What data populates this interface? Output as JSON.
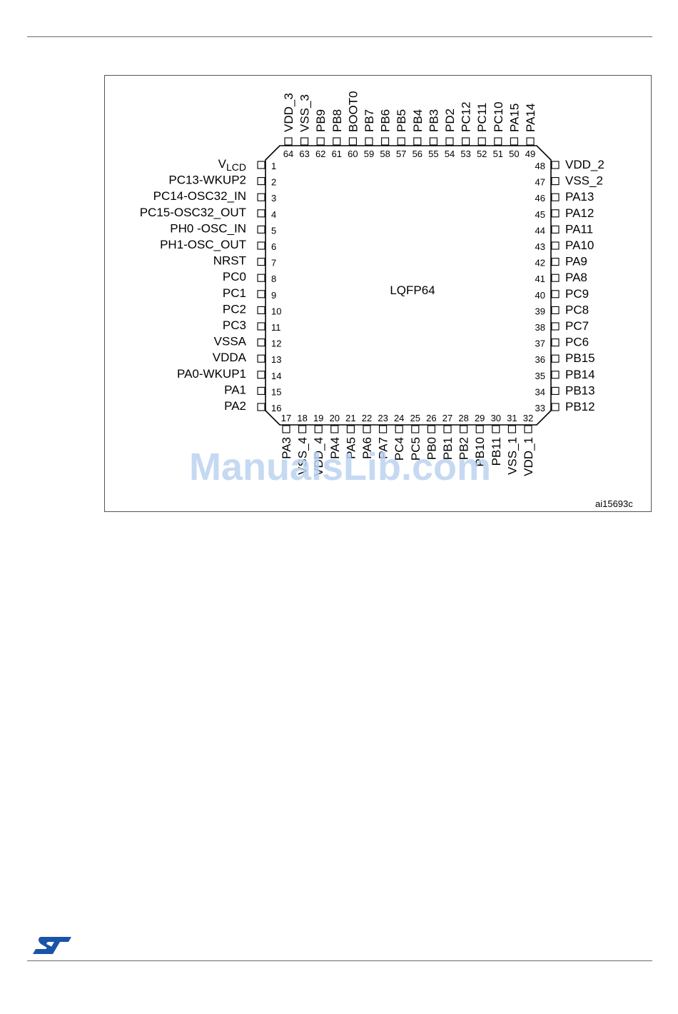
{
  "figure": {
    "package_label": "LQFP64",
    "figure_code": "ai15693c",
    "pins": {
      "left": [
        {
          "num": "1",
          "name": "V",
          "sub": "LCD"
        },
        {
          "num": "2",
          "name": "PC13-WKUP2"
        },
        {
          "num": "3",
          "name": "PC14-OSC32_IN"
        },
        {
          "num": "4",
          "name": "PC15-OSC32_OUT"
        },
        {
          "num": "5",
          "name": "PH0 -OSC_IN"
        },
        {
          "num": "6",
          "name": "PH1-OSC_OUT"
        },
        {
          "num": "7",
          "name": "NRST"
        },
        {
          "num": "8",
          "name": "PC0"
        },
        {
          "num": "9",
          "name": "PC1"
        },
        {
          "num": "10",
          "name": "PC2"
        },
        {
          "num": "11",
          "name": "PC3"
        },
        {
          "num": "12",
          "name": "VSSA"
        },
        {
          "num": "13",
          "name": "VDDA"
        },
        {
          "num": "14",
          "name": "PA0-WKUP1"
        },
        {
          "num": "15",
          "name": "PA1"
        },
        {
          "num": "16",
          "name": "PA2"
        }
      ],
      "bottom": [
        {
          "num": "17",
          "name": "PA3"
        },
        {
          "num": "18",
          "name": "VSS_4"
        },
        {
          "num": "19",
          "name": "VDD_4"
        },
        {
          "num": "20",
          "name": "PA4"
        },
        {
          "num": "21",
          "name": "PA5"
        },
        {
          "num": "22",
          "name": "PA6"
        },
        {
          "num": "23",
          "name": "PA7"
        },
        {
          "num": "24",
          "name": "PC4"
        },
        {
          "num": "25",
          "name": "PC5"
        },
        {
          "num": "26",
          "name": "PB0"
        },
        {
          "num": "27",
          "name": "PB1"
        },
        {
          "num": "28",
          "name": "PB2"
        },
        {
          "num": "29",
          "name": "PB10"
        },
        {
          "num": "30",
          "name": "PB11"
        },
        {
          "num": "31",
          "name": "VSS_1"
        },
        {
          "num": "32",
          "name": "VDD_1"
        }
      ],
      "right": [
        {
          "num": "33",
          "name": "PB12"
        },
        {
          "num": "34",
          "name": "PB13"
        },
        {
          "num": "35",
          "name": "PB14"
        },
        {
          "num": "36",
          "name": "PB15"
        },
        {
          "num": "37",
          "name": "PC6"
        },
        {
          "num": "38",
          "name": "PC7"
        },
        {
          "num": "39",
          "name": "PC8"
        },
        {
          "num": "40",
          "name": "PC9"
        },
        {
          "num": "41",
          "name": "PA8"
        },
        {
          "num": "42",
          "name": "PA9"
        },
        {
          "num": "43",
          "name": "PA10"
        },
        {
          "num": "44",
          "name": "PA11"
        },
        {
          "num": "45",
          "name": "PA12"
        },
        {
          "num": "46",
          "name": "PA13"
        },
        {
          "num": "47",
          "name": "VSS_2"
        },
        {
          "num": "48",
          "name": "VDD_2"
        }
      ],
      "top": [
        {
          "num": "49",
          "name": "PA14"
        },
        {
          "num": "50",
          "name": "PA15"
        },
        {
          "num": "51",
          "name": "PC10"
        },
        {
          "num": "52",
          "name": "PC11"
        },
        {
          "num": "53",
          "name": "PC12"
        },
        {
          "num": "54",
          "name": "PD2"
        },
        {
          "num": "55",
          "name": "PB3"
        },
        {
          "num": "56",
          "name": "PB4"
        },
        {
          "num": "57",
          "name": "PB5"
        },
        {
          "num": "58",
          "name": "PB6"
        },
        {
          "num": "59",
          "name": "PB7"
        },
        {
          "num": "60",
          "name": "BOOT0"
        },
        {
          "num": "61",
          "name": "PB8"
        },
        {
          "num": "62",
          "name": "PB9"
        },
        {
          "num": "63",
          "name": "VSS_3"
        },
        {
          "num": "64",
          "name": "VDD_3"
        }
      ]
    }
  },
  "watermark": "ManualsLib.com",
  "logo": {
    "text": "ST",
    "color": "#1a54a8"
  }
}
